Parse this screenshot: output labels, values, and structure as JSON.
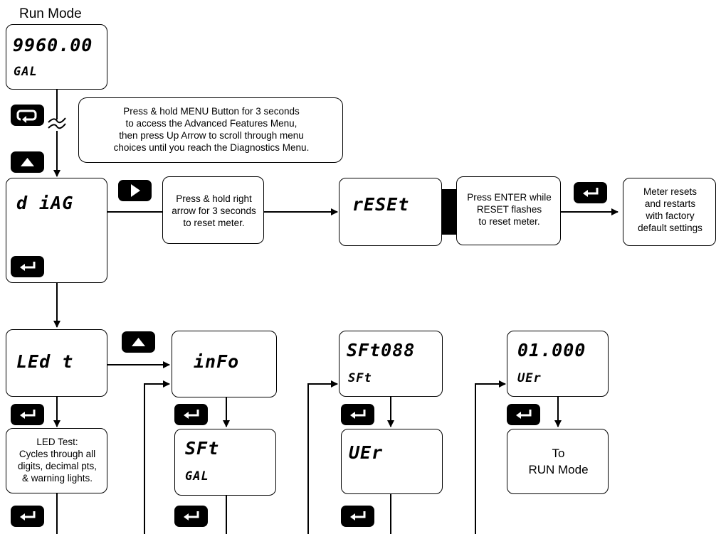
{
  "header": {
    "title": "Run Mode"
  },
  "run_display": {
    "top": "9960.00",
    "bottom": "GAL"
  },
  "notes": {
    "advanced_access": [
      "Press & hold MENU Button for 3 seconds",
      "to access the Advanced Features Menu,",
      "then press Up Arrow to scroll through menu",
      "choices until you reach the Diagnostics Menu."
    ],
    "reset_hold": [
      "Press & hold right",
      "arrow for 3 seconds",
      "to reset meter."
    ],
    "reset_enter": [
      "Press ENTER while",
      "RESET flashes",
      "to reset meter."
    ],
    "meter_resets": [
      "Meter resets",
      "and restarts",
      "with factory",
      "default settings"
    ],
    "led_test": [
      "LED Test:",
      "Cycles through all",
      "digits, decimal pts,",
      "& warning lights."
    ],
    "to_run": [
      "To",
      "RUN Mode"
    ]
  },
  "displays": {
    "diag": "d iAG",
    "reset": "rESEt",
    "ledt": "LEd t",
    "info": "inFo",
    "sft_gal_top": "SFt",
    "sft_gal_bottom": "GAL",
    "sft088_top": "SFt088",
    "sft088_bottom": "SFt",
    "ver_top": "UEr",
    "ver010_top": "01.000",
    "ver010_bottom": "UEr"
  },
  "icons": {
    "menu": "menu-cycle-icon",
    "up": "up-arrow-icon",
    "right": "right-arrow-icon",
    "enter": "enter-icon"
  }
}
